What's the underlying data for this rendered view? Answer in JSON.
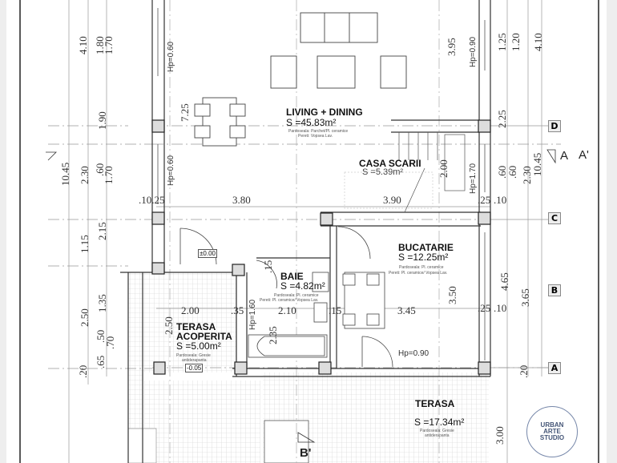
{
  "drawing": {
    "type": "architectural floor plan",
    "rooms": [
      {
        "id": "living",
        "name": "LIVING + DINING",
        "area": "S =45.83m²",
        "finish_floor": "Pardoseala: Parchet/Pl. ceramice",
        "finish_walls": "Pereti: Vopsea Lav."
      },
      {
        "id": "stairs",
        "name": "CASA SCARII",
        "area": "S =5.39m²"
      },
      {
        "id": "kitchen",
        "name": "BUCATARIE",
        "area": "S =12.25m²",
        "finish_floor": "Pardoseala: Pl. ceramice",
        "finish_walls": "Pereti: Pl. ceramice/ Vopsea Lav."
      },
      {
        "id": "bath",
        "name": "BAIE",
        "area": "S =4.82m²",
        "finish_floor": "Pardoseala: Pl. ceramice",
        "finish_walls": "Pereti: Pl. ceramice/ Vopsea Lav."
      },
      {
        "id": "covered_terrace",
        "name": "TERASA",
        "name2": "ACOPERITA",
        "area": "S =5.00m²",
        "finish_floor": "Pardoseala: Gresie",
        "finish_floor2": "antiderapanta",
        "level": "-0.05"
      },
      {
        "id": "terrace",
        "name": "TERASA",
        "area": "S =17.34m²",
        "finish_floor": "Pardoseala: Gresie",
        "finish_floor2": "antiderapanta"
      }
    ],
    "levels": {
      "entry": "±0.00"
    },
    "window_heights": {
      "left_top": "Hp=0.60",
      "left_mid": "Hp=0.60",
      "right_top": "Hp=0.90",
      "right_mid": "Hp=1.70",
      "bath": "Hp=1.60",
      "kitchen_door": "Hp=0.90"
    },
    "axes": {
      "d": "D",
      "c": "C",
      "b": "B",
      "a": "A"
    },
    "sections": {
      "a_left": "A",
      "a_right": "A'",
      "b": "B'"
    },
    "dimensions": {
      "left_outer_top": "4.10",
      "left_outer_total": "10.45",
      "left_outer_230": "2.30",
      "left_outer_115": "1.15",
      "left_outer_250": "2.50",
      "left_outer_20": ".20",
      "left_inner_180": "1.80",
      "left_inner_170": "1.70",
      "left_inner_190": "1.90",
      "left_inner_60": ".60",
      "left_inner_170b": "1.70",
      "left_inner_215": "2.15",
      "left_inner_135": "1.35",
      "left_inner_50": ".50",
      "left_inner_70": ".70",
      "left_inner_65": ".65",
      "living_725": "7.25",
      "right_395": "3.95",
      "right_125": "1.25",
      "right_120": "1.20",
      "right_410": "4.10",
      "right_225": "2.25",
      "right_60a": ".60",
      "right_60b": ".60",
      "right_230": "2.30",
      "right_1045": "10.45",
      "right_465": "4.65",
      "right_365": "3.65",
      "right_20": ".20",
      "right_2510a": ".25",
      "right_10a": ".10",
      "right_2510b": ".25",
      "right_10b": ".10",
      "h_1025": ".10.25",
      "h_380": "3.80",
      "h_390": "3.90",
      "stairs_200": "2.00",
      "h_200": "2.00",
      "h_35": ".35",
      "h_210": "2.10",
      "h_15": ".15",
      "h_345": "3.45",
      "kitchen_350": "3.50",
      "terrace_250": "2.50",
      "bath_235": "2.35",
      "terrace_300": "3.00",
      "bath_15": ".15"
    },
    "stamp": {
      "line1": "URBAN",
      "line2": "ARTE",
      "line3": "STUDIO"
    }
  }
}
